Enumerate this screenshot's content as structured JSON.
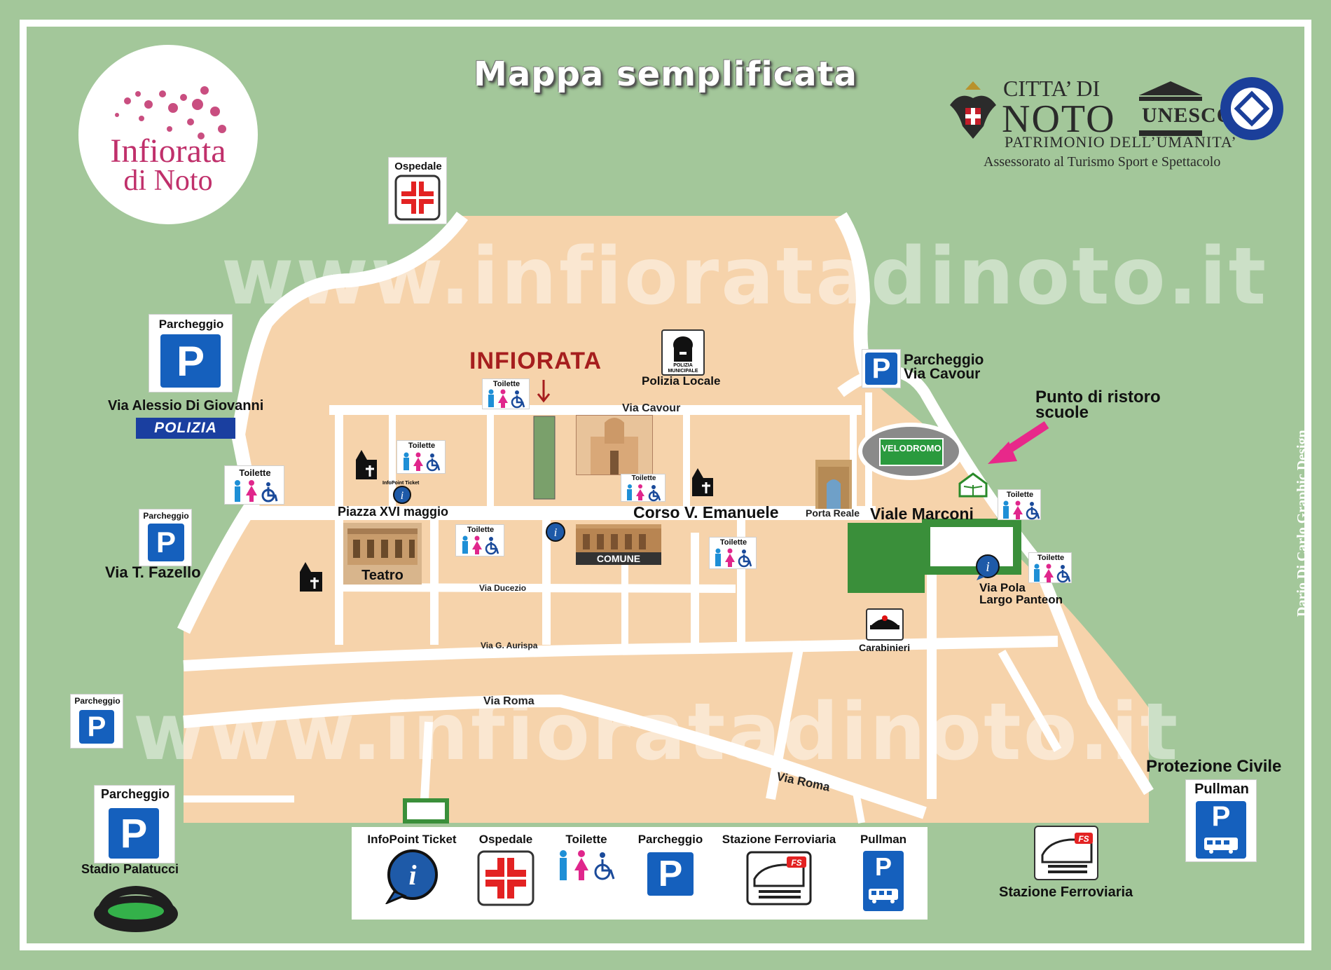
{
  "title": "Mappa semplificata",
  "watermark": "www.infioratadinoto.it",
  "logo_infiorata": {
    "line1": "Infiorata",
    "line2": "di Noto"
  },
  "noto_header": {
    "line1": "CITTA’ DI",
    "line2": "NOTO",
    "line3": "PATRIMONIO DELL’UMANITA’",
    "line4": "Assessorato al Turismo Sport e Spettacolo",
    "unesco": "UNESCO"
  },
  "credit": "Dario Di Carlo Graphic Design",
  "places": {
    "ospedale_top": "Ospedale",
    "parcheggio_alessio": "Parcheggio",
    "via_alessio": "Via Alessio Di Giovanni",
    "polizia": "POLIZIA",
    "parcheggio_fazello": "Parcheggio",
    "via_fazello": "Via T. Fazello",
    "parcheggio_left_small": "Parcheggio",
    "parcheggio_stadio": "Parcheggio",
    "stadio": "Stadio Palatucci",
    "infiorata": "INFIORATA",
    "polizia_locale": "Polizia Locale",
    "polizia_municipale_badge": "POLIZIA MUNICIPALE",
    "parcheggio_cavour_1": "Parcheggio",
    "parcheggio_cavour_2": "Via Cavour",
    "ristoro_1": "Punto di ristoro",
    "ristoro_2": "scuole",
    "velodromo": "VELODROMO",
    "porta_reale": "Porta Reale",
    "viale_marconi": "Viale Marconi",
    "corso": "Corso V. Emanuele",
    "piazza": "Piazza XVI maggio",
    "infopoint_ticket_small": "InfoPoint Ticket",
    "teatro": "Teatro",
    "comune": "COMUNE",
    "via_pola_1": "Via Pola",
    "via_pola_2": "Largo Panteon",
    "carabinieri": "Carabinieri",
    "protezione_civile": "Protezione Civile",
    "pullman_right": "Pullman",
    "stazione_right": "Stazione Ferroviaria",
    "toilette": "Toilette"
  },
  "streets": {
    "via_cavour": "Via Cavour",
    "via_ducezio": "Via Ducezio",
    "via_aurispa": "Via G. Aurispa",
    "via_roma_1": "Via Roma",
    "via_roma_2": "Via Roma"
  },
  "legend": {
    "infopoint": "InfoPoint Ticket",
    "ospedale": "Ospedale",
    "toilette": "Toilette",
    "parcheggio": "Parcheggio",
    "stazione": "Stazione Ferroviaria",
    "pullman": "Pullman"
  },
  "icons": {
    "p_letter": "P",
    "info_letter": "i",
    "fs": "FS"
  },
  "colors": {
    "background": "#a3c79a",
    "town": "#f6d3ab",
    "road": "#ffffff",
    "infiorata_red": "#a61e1e",
    "parking_blue": "#1560bd",
    "logo_pink": "#c0306b",
    "arrow_magenta": "#e8288a"
  }
}
